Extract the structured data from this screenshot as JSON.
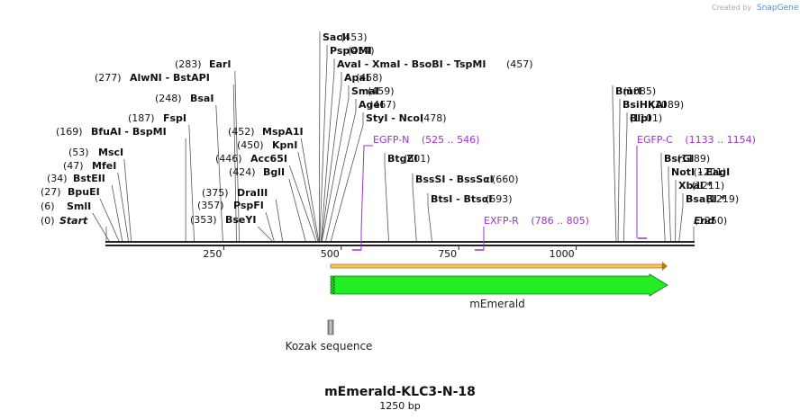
{
  "credit": {
    "text": "Created by",
    "brand": "SnapGene"
  },
  "title": "mEmerald-KLC3-N-18",
  "subtitle": "1250 bp",
  "colors": {
    "feature": "#22ee22",
    "primer": "#9933cc",
    "orf_arrow": "#f5a623",
    "backbone": "#222222"
  },
  "sites": [
    {
      "name": "Start",
      "pos": "(0)",
      "loc": 0,
      "style": "start"
    },
    {
      "name": "SmlI",
      "pos": "(6)",
      "loc": 6
    },
    {
      "name": "BpuEI",
      "pos": "(27)",
      "loc": 27
    },
    {
      "name": "BstEII",
      "pos": "(34)",
      "loc": 34
    },
    {
      "name": "MfeI",
      "pos": "(47)",
      "loc": 47
    },
    {
      "name": "MscI",
      "pos": "(53)",
      "loc": 53
    },
    {
      "name": "BfuAI  -  BspMI",
      "pos": "(169)",
      "loc": 169
    },
    {
      "name": "FspI",
      "pos": "(187)",
      "loc": 187
    },
    {
      "name": "BsaI",
      "pos": "(248)",
      "loc": 248
    },
    {
      "name": "AlwNI  -  BstAPI",
      "pos": "(277)",
      "loc": 277
    },
    {
      "name": "EarI",
      "pos": "(283)",
      "loc": 283
    },
    {
      "name": "BseYI",
      "pos": "(353)",
      "loc": 353
    },
    {
      "name": "PspFI",
      "pos": "(357)",
      "loc": 357
    },
    {
      "name": "DraIII",
      "pos": "(375)",
      "loc": 375
    },
    {
      "name": "BglI",
      "pos": "(424)",
      "loc": 424
    },
    {
      "name": "Acc65I",
      "pos": "(446)",
      "loc": 446
    },
    {
      "name": "KpnI",
      "pos": "(450)",
      "loc": 450
    },
    {
      "name": "MspA1I",
      "pos": "(452)",
      "loc": 452
    },
    {
      "name": "SacII",
      "pos": "(453)",
      "loc": 453
    },
    {
      "name": "PspOMI",
      "pos": "(454)",
      "loc": 454
    },
    {
      "name": "AvaI  -  XmaI  -  BsoBI  -  TspMI",
      "pos": "(457)",
      "loc": 457
    },
    {
      "name": "ApaI",
      "pos": "(458)",
      "loc": 458
    },
    {
      "name": "SmaI",
      "pos": "(459)",
      "loc": 459
    },
    {
      "name": "AgeI",
      "pos": "(467)",
      "loc": 467
    },
    {
      "name": "StyI  -  NcoI",
      "pos": "(478)",
      "loc": 478
    },
    {
      "name": "BtgZI",
      "pos": "(601)",
      "loc": 601
    },
    {
      "name": "BssSI  -  BssSαI",
      "pos": "(660)",
      "loc": 660
    },
    {
      "name": "BtsI  -  BtsαI",
      "pos": "(693)",
      "loc": 693
    },
    {
      "name": "BmrI",
      "pos": "(1085)",
      "loc": 1085
    },
    {
      "name": "BsiHKAI",
      "pos": "(1089)",
      "loc": 1089
    },
    {
      "name": "BlpI",
      "pos": "(1101)",
      "loc": 1101
    },
    {
      "name": "BsrGI",
      "pos": "(1189)",
      "loc": 1189
    },
    {
      "name": "NotI  -  EagI",
      "pos": "(1201)",
      "loc": 1201
    },
    {
      "name": "XbaI *",
      "pos": "(1211)",
      "loc": 1211
    },
    {
      "name": "BsaBI *",
      "pos": "(1219)",
      "loc": 1219
    },
    {
      "name": "End",
      "pos": "(1250)",
      "loc": 1250,
      "style": "start"
    }
  ],
  "primers": [
    {
      "name": "EGFP-N",
      "range": "(525 .. 546)"
    },
    {
      "name": "EXFP-R",
      "range": "(786 .. 805)"
    },
    {
      "name": "EGFP-C",
      "range": "(1133 .. 1154)"
    }
  ],
  "ticks": [
    "250",
    "500",
    "750",
    "1000"
  ],
  "features": [
    {
      "name": "mEmerald",
      "start": 481,
      "end": 1197
    },
    {
      "name": "Kozak sequence",
      "start": 476,
      "end": 481
    }
  ]
}
